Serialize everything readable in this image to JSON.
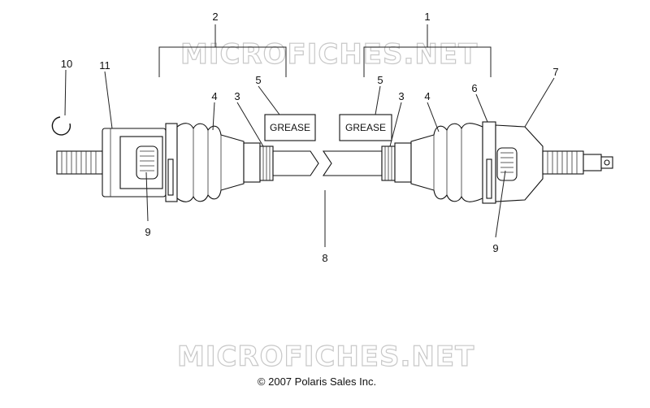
{
  "watermark_top": "MICROFICHES.NET",
  "watermark_bottom": "MICROFICHES.NET",
  "copyright": "© 2007 Polaris Sales Inc.",
  "grease_left": "GREASE",
  "grease_right": "GREASE",
  "callouts": {
    "c1": "1",
    "c2": "2",
    "c3_left": "3",
    "c3_right": "3",
    "c4_left": "4",
    "c4_right": "4",
    "c5_left": "5",
    "c5_right": "5",
    "c6": "6",
    "c7": "7",
    "c8": "8",
    "c9_left": "9",
    "c9_right": "9",
    "c10": "10",
    "c11": "11"
  }
}
